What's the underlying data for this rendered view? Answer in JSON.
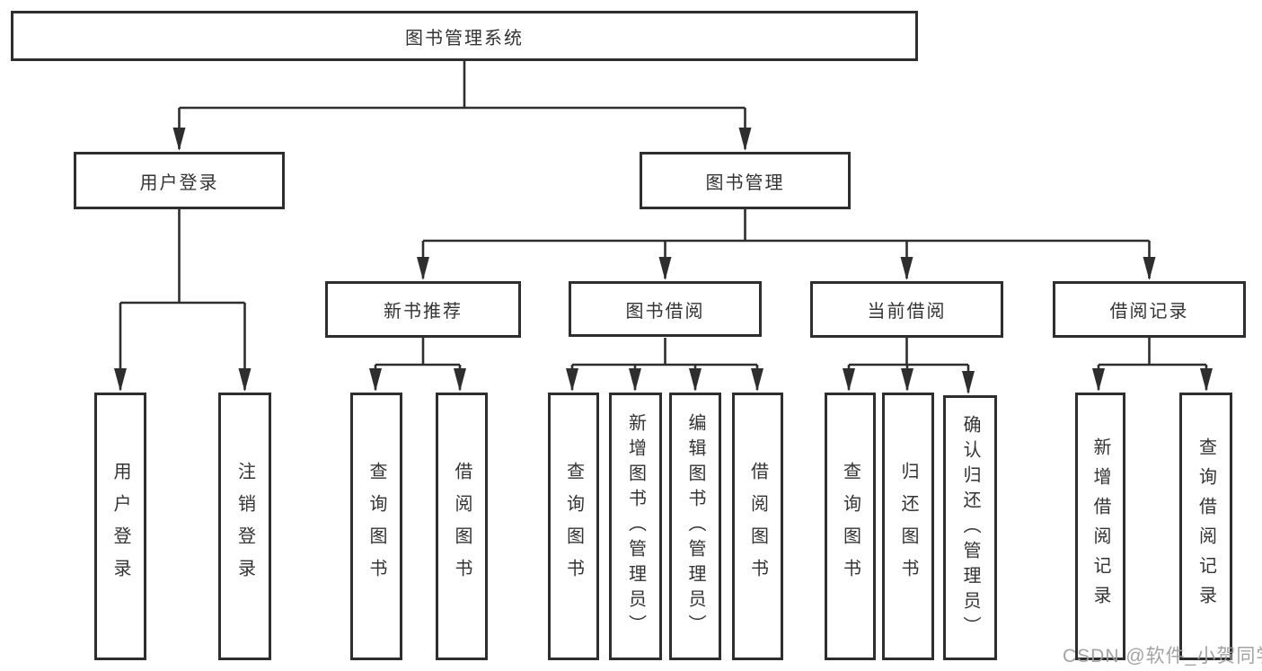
{
  "diagram": {
    "type": "hierarchy-tree",
    "colors": {
      "line": "#2e2e2e",
      "border": "#2e2e2e",
      "text": "#333333",
      "background": "#ffffff",
      "watermark": "#9e9e9e"
    },
    "nodes": {
      "root": {
        "label": "图书管理系统"
      },
      "user_login": {
        "label": "用户登录"
      },
      "book_mgmt": {
        "label": "图书管理"
      },
      "new_books": {
        "label": "新书推荐"
      },
      "book_borrow": {
        "label": "图书借阅"
      },
      "current_borrow": {
        "label": "当前借阅"
      },
      "borrow_records": {
        "label": "借阅记录"
      },
      "leaf_user_login": {
        "label": "用户登录"
      },
      "leaf_logout": {
        "label": "注销登录"
      },
      "leaf_nb_query": {
        "label": "查询图书"
      },
      "leaf_nb_borrow": {
        "label": "借阅图书"
      },
      "leaf_bb_query": {
        "label": "查询图书"
      },
      "leaf_bb_add": {
        "label": "新增图书（管理员）"
      },
      "leaf_bb_edit": {
        "label": "编辑图书（管理员）"
      },
      "leaf_bb_borrow": {
        "label": "借阅图书"
      },
      "leaf_cb_query": {
        "label": "查询图书"
      },
      "leaf_cb_return": {
        "label": "归还图书"
      },
      "leaf_cb_confirm": {
        "label": "确认归还（管理员）"
      },
      "leaf_br_add": {
        "label": "新增借阅记录"
      },
      "leaf_br_query": {
        "label": "查询借阅记录"
      }
    },
    "edges": [
      [
        "root",
        "user_login"
      ],
      [
        "root",
        "book_mgmt"
      ],
      [
        "user_login",
        "leaf_user_login"
      ],
      [
        "user_login",
        "leaf_logout"
      ],
      [
        "book_mgmt",
        "new_books"
      ],
      [
        "book_mgmt",
        "book_borrow"
      ],
      [
        "book_mgmt",
        "current_borrow"
      ],
      [
        "book_mgmt",
        "borrow_records"
      ],
      [
        "new_books",
        "leaf_nb_query"
      ],
      [
        "new_books",
        "leaf_nb_borrow"
      ],
      [
        "book_borrow",
        "leaf_bb_query"
      ],
      [
        "book_borrow",
        "leaf_bb_add"
      ],
      [
        "book_borrow",
        "leaf_bb_edit"
      ],
      [
        "book_borrow",
        "leaf_bb_borrow"
      ],
      [
        "current_borrow",
        "leaf_cb_query"
      ],
      [
        "current_borrow",
        "leaf_cb_return"
      ],
      [
        "current_borrow",
        "leaf_cb_confirm"
      ],
      [
        "borrow_records",
        "leaf_br_add"
      ],
      [
        "borrow_records",
        "leaf_br_query"
      ]
    ],
    "watermark": "CSDN @软件_小贺同学"
  }
}
